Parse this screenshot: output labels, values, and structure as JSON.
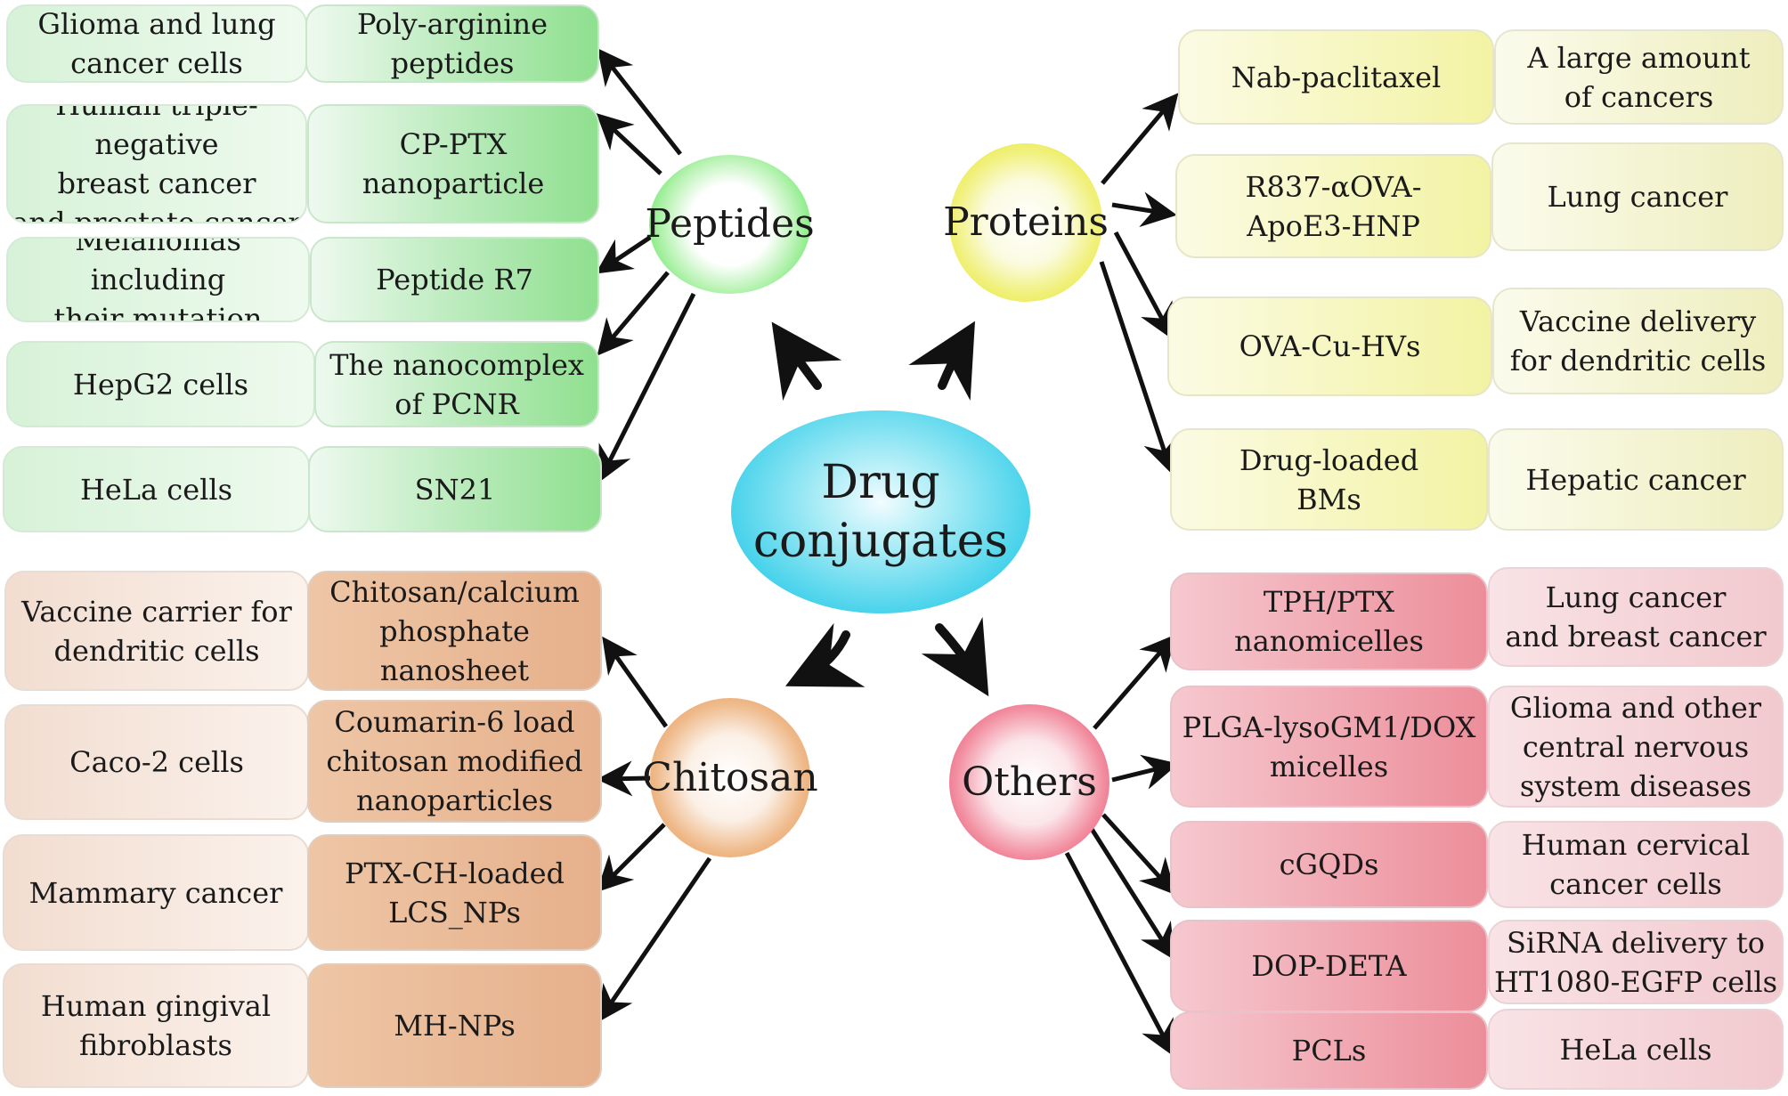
{
  "center": {
    "label": "Drug\nconjugates"
  },
  "categories": {
    "peptides": {
      "label": "Peptides",
      "items": [
        {
          "carrier": "Poly-arginine peptides",
          "target": "Glioma and lung\ncancer cells"
        },
        {
          "carrier": "CP-PTX\nnanoparticle",
          "target": "Human triple-negative\nbreast cancer\nand prostate cancer"
        },
        {
          "carrier": "Peptide R7",
          "target": "Melanomas including\ntheir mutation"
        },
        {
          "carrier": "The nanocomplex\nof PCNR",
          "target": "HepG2 cells"
        },
        {
          "carrier": "SN21",
          "target": "HeLa cells"
        }
      ]
    },
    "proteins": {
      "label": "Proteins",
      "items": [
        {
          "carrier": "Nab-paclitaxel",
          "target": "A large amount\nof cancers"
        },
        {
          "carrier": "R837-αOVA-\nApoE3-HNP",
          "target": "Lung cancer"
        },
        {
          "carrier": "OVA-Cu-HVs",
          "target": "Vaccine delivery\nfor dendritic cells"
        },
        {
          "carrier": "Drug-loaded\nBMs",
          "target": "Hepatic cancer"
        }
      ]
    },
    "chitosan": {
      "label": "Chitosan",
      "items": [
        {
          "carrier": "Chitosan/calcium\nphosphate nanosheet",
          "target": "Vaccine carrier for\ndendritic cells"
        },
        {
          "carrier": "Coumarin-6 load\nchitosan modified\nnanoparticles",
          "target": "Caco-2 cells"
        },
        {
          "carrier": "PTX-CH-loaded\nLCS_NPs",
          "target": "Mammary cancer"
        },
        {
          "carrier": "MH-NPs",
          "target": "Human gingival\nfibroblasts"
        }
      ]
    },
    "others": {
      "label": "Others",
      "items": [
        {
          "carrier": "TPH/PTX\nnanomicelles",
          "target": "Lung cancer\nand breast cancer"
        },
        {
          "carrier": "PLGA-lysoGM1/DOX\nmicelles",
          "target": "Glioma and other\ncentral nervous\nsystem diseases"
        },
        {
          "carrier": "cGQDs",
          "target": "Human cervical\ncancer cells"
        },
        {
          "carrier": "DOP-DETA",
          "target": "SiRNA delivery to\nHT1080-EGFP cells"
        },
        {
          "carrier": "PCLs",
          "target": "HeLa cells"
        }
      ]
    }
  },
  "colors": {
    "center": "#22c3e2",
    "peptides": "#3fe03c",
    "proteins": "#e3e42c",
    "chitosan": "#e79252",
    "others": "#e33e5f",
    "arrow": "#111111"
  }
}
